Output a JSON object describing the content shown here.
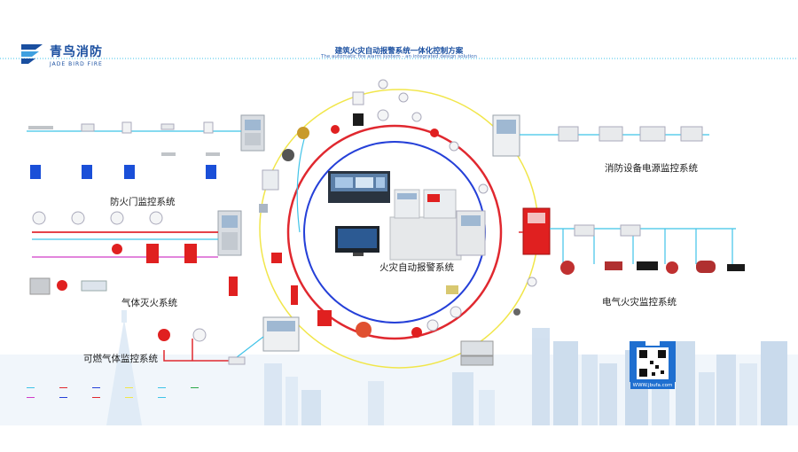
{
  "brand": {
    "name_cn": "青鸟消防",
    "name_en": "JADE BIRD FIRE",
    "color": "#1a4fa0"
  },
  "header": {
    "title": "建筑火灾自动报警系统一体化控制方案",
    "subtitle": "The automatic fire alarm system - an integrated design solution"
  },
  "sections": {
    "fire_door": "防火门监控系统",
    "gas_extinguish": "气体灭火系统",
    "combustible_gas": "可燃气体监控系统",
    "central_alarm": "火灾自动报警系统",
    "power_monitor": "消防设备电源监控系统",
    "electrical_fire": "电气火灾监控系统"
  },
  "qr": {
    "url": "WWW.jbufa.com"
  },
  "colors": {
    "ring_yellow": "#f1e64a",
    "ring_red": "#e0282f",
    "ring_blue": "#2540d8",
    "line_cyan": "#3fc3e8",
    "line_magenta": "#d03cc8",
    "panel_grey": "#d9dde2",
    "alarm_red": "#e02020"
  },
  "legend": [
    {
      "color": "#3fc3e8"
    },
    {
      "color": "#e0282f"
    },
    {
      "color": "#2540d8"
    },
    {
      "color": "#f1e64a"
    },
    {
      "color": "#3fc3e8"
    },
    {
      "color": "#2ba84a"
    },
    {
      "color": "#d03cc8"
    },
    {
      "color": "#2540d8"
    },
    {
      "color": "#e0282f"
    },
    {
      "color": "#f1e64a"
    },
    {
      "color": "#3fc3e8"
    }
  ]
}
